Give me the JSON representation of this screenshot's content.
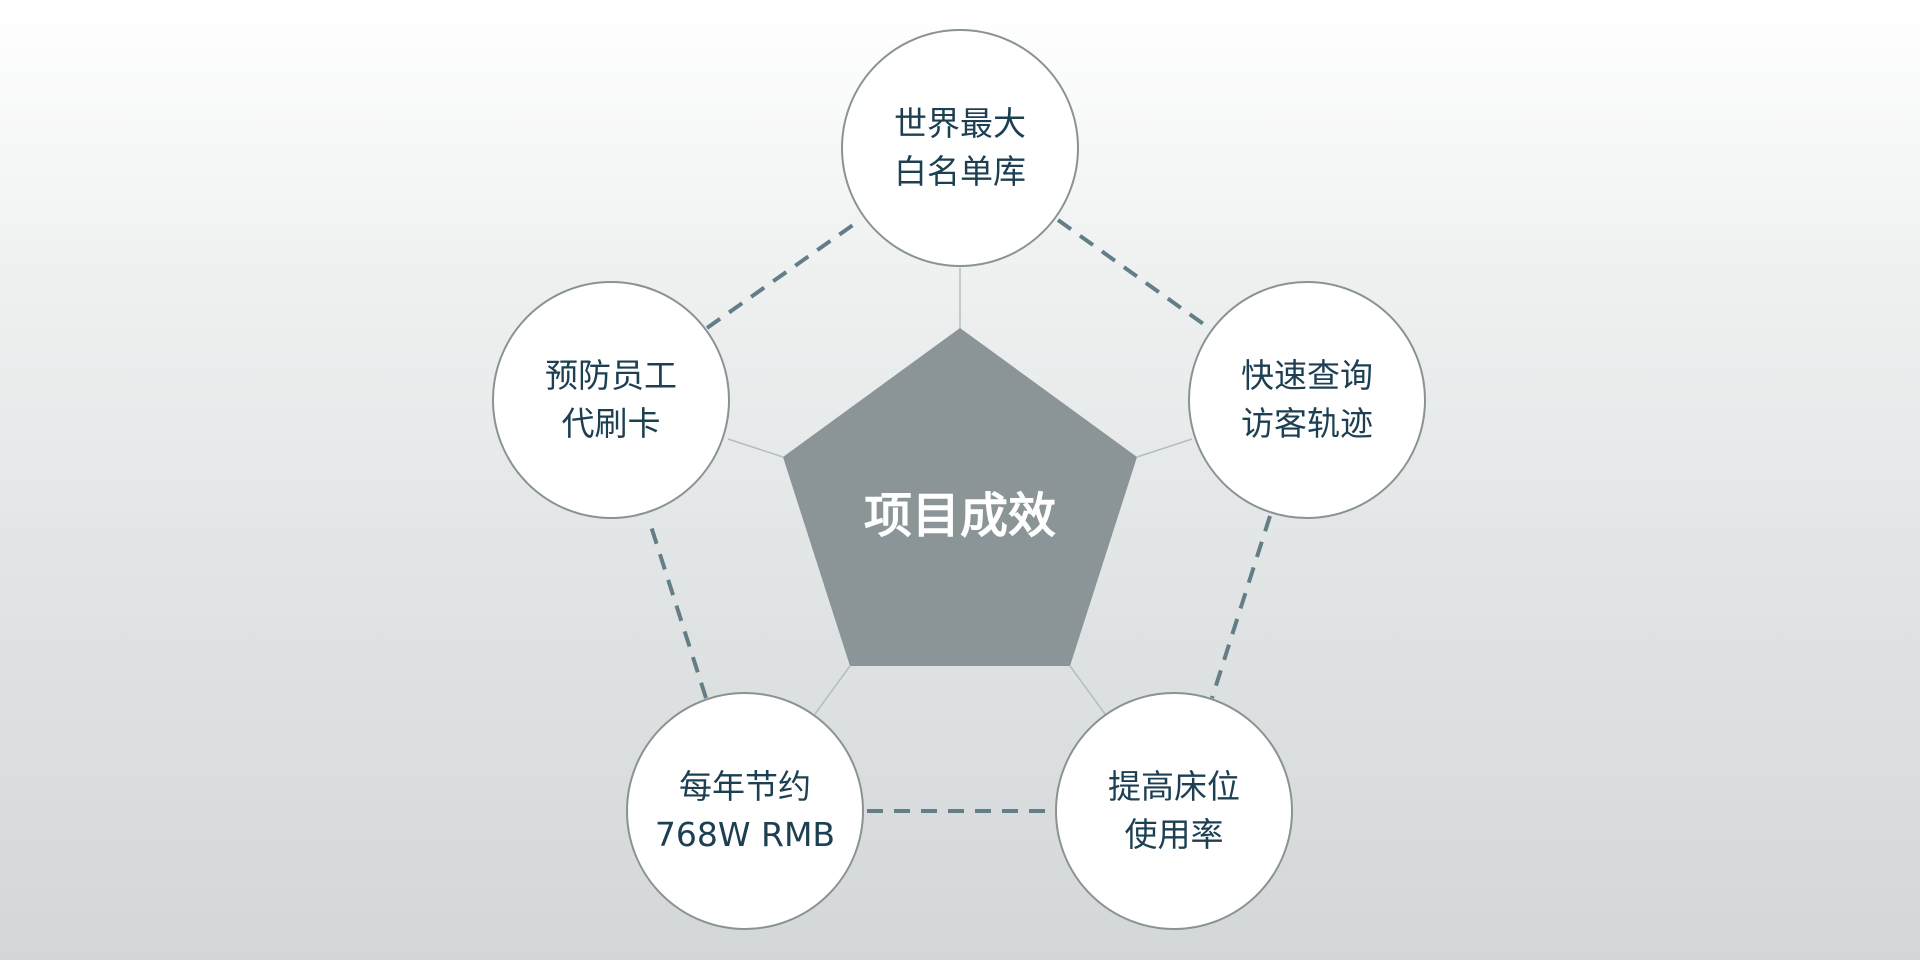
{
  "diagram": {
    "center_label": "项目成效",
    "nodes": [
      {
        "line1": "世界最大",
        "line2": "白名单库"
      },
      {
        "line1": "快速查询",
        "line2": "访客轨迹"
      },
      {
        "line1": "提高床位",
        "line2": "使用率"
      },
      {
        "line1": "每年节约",
        "line2": "768W RMB"
      },
      {
        "line1": "预防员工",
        "line2": "代刷卡"
      }
    ]
  },
  "colors": {
    "pentagon_fill": "#8b9496",
    "circle_fill": "#ffffff",
    "circle_stroke": "#8a9294",
    "dashed_line": "#647e87",
    "spoke_line": "#b7bcbd",
    "node_text": "#1c3f52",
    "center_text": "#ffffff"
  }
}
